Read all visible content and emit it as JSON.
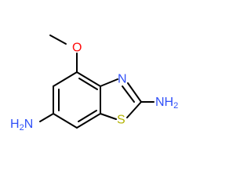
{
  "molecule": {
    "atoms": {
      "oxygen": {
        "symbol": "O",
        "color": "#ff0d0d"
      },
      "thiazole_nitrogen": {
        "symbol": "N",
        "color": "#3050f8"
      },
      "sulfur": {
        "symbol": "S",
        "color": "#b2b200"
      },
      "amine_2": {
        "symbol": "NH",
        "subscript": "2",
        "color": "#3050f8"
      },
      "amine_6": {
        "symbol": "H",
        "subscript": "2",
        "suffix": "N",
        "color": "#3050f8"
      }
    },
    "bond_color": "#000000"
  }
}
